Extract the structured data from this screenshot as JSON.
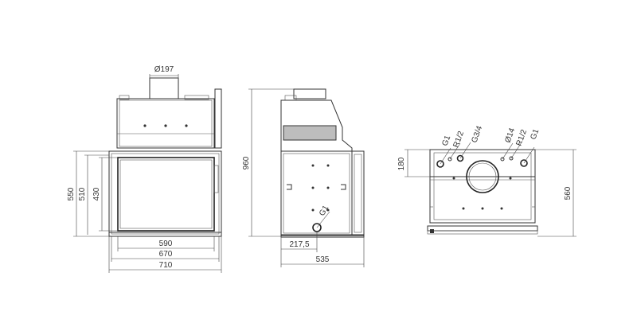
{
  "front_view": {
    "flue_diameter": "Ø197",
    "height_total": "550",
    "height_opening": "510",
    "height_glass": "430",
    "width_inner": "590",
    "width_mid": "670",
    "width_total": "710"
  },
  "side_view": {
    "height_total": "960",
    "connector_offset": "217,5",
    "depth_total": "535",
    "connector_label": "G1"
  },
  "top_view": {
    "depth_offset": "180",
    "depth_total": "560",
    "connectors": [
      "G1",
      "R1/2",
      "G3/4",
      "Ø14",
      "R1/2",
      "G1"
    ]
  }
}
